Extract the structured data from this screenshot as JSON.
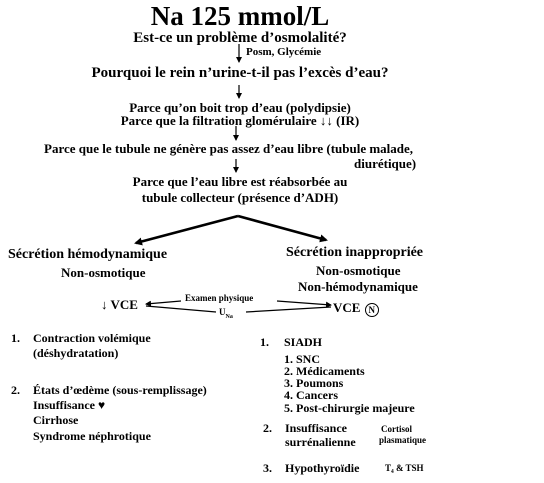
{
  "title": "Na 125 mmol/L",
  "q_osm": "Est-ce un problème d’osmolalité?",
  "q_osm_tests": "Posm, Glycémie",
  "q_rein": "Pourquoi le rein n’urine-t-il pas l’excès d’eau?",
  "reason_polydipsie": "Parce qu’on boit trop d’eau (polydipsie)",
  "reason_filtration": "Parce que la filtration glomérulaire ↓↓ (IR)",
  "reason_tubule_1": "Parce que le tubule ne génère pas assez d’eau libre (tubule malade,",
  "reason_tubule_2": "diurétique)",
  "reason_adh_1": "Parce que l’eau libre est réabsorbée au",
  "reason_adh_2": "tubule collecteur (présence d’ADH)",
  "left": {
    "title": "Sécrétion hémodynamique",
    "subtitle": "Non-osmotique",
    "vce": "↓ VCE",
    "causes": [
      {
        "num": "1.",
        "lines": [
          "Contraction volémique",
          "(déshydratation)"
        ]
      },
      {
        "num": "2.",
        "lines": [
          "États d’œdème (sous-remplissage)",
          "Insuffisance ♥",
          "Cirrhose",
          "Syndrome néphrotique"
        ]
      }
    ]
  },
  "right": {
    "title": "Sécrétion inappropriée",
    "subtitle_1": "Non-osmotique",
    "subtitle_2": "Non-hémodynamique",
    "vce": "VCE",
    "vce_symbol": "N",
    "siadh": {
      "num": "1.",
      "label": "SIADH"
    },
    "siadh_causes": [
      "1. SNC",
      "2. Médicaments",
      "3. Poumons",
      "4. Cancers",
      "5. Post-chirurgie majeure"
    ],
    "insuf": {
      "num": "2.",
      "lines": [
        "Insuffisance",
        "surrénalienne"
      ],
      "test_lines": [
        "Cortisol",
        "plasmatique"
      ]
    },
    "hypo": {
      "num": "3.",
      "label": "Hypothyroïdie",
      "test": "T₄ & TSH"
    }
  },
  "middle": {
    "exam": "Examen physique",
    "una": "U",
    "una_sub": "Na"
  }
}
